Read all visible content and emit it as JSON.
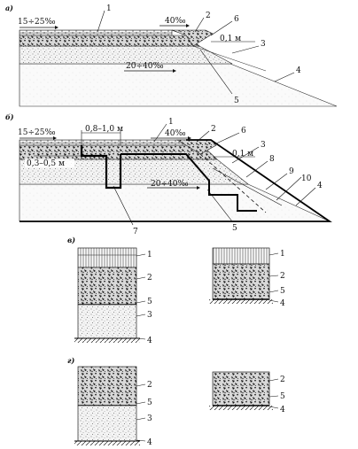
{
  "panel_a": {
    "label": "а)",
    "slope_top_left": "15÷25‰",
    "slope_top_mid": "40‰",
    "slope_bottom": "20÷40‰",
    "thickness": "0,1 м",
    "callouts": [
      "1",
      "2",
      "6",
      "3",
      "4",
      "5"
    ]
  },
  "panel_b": {
    "label": "б)",
    "slope_top_left": "15÷25‰",
    "width": "0,8–1,0 м",
    "slope_top_mid": "40‰",
    "depth": "0,3–0,5 м",
    "slope_bottom": "20÷40‰",
    "thickness": "0,1 м",
    "callouts": [
      "1",
      "2",
      "6",
      "3",
      "8",
      "9",
      "10",
      "4",
      "5",
      "7"
    ]
  },
  "panel_v": {
    "label": "в)",
    "left_callouts": [
      "1",
      "2",
      "5",
      "3",
      "4"
    ],
    "right_callouts": [
      "1",
      "2",
      "5",
      "4"
    ]
  },
  "panel_g": {
    "label": "г)",
    "left_callouts": [
      "2",
      "5",
      "3",
      "4"
    ],
    "right_callouts": [
      "2",
      "5",
      "4"
    ]
  }
}
